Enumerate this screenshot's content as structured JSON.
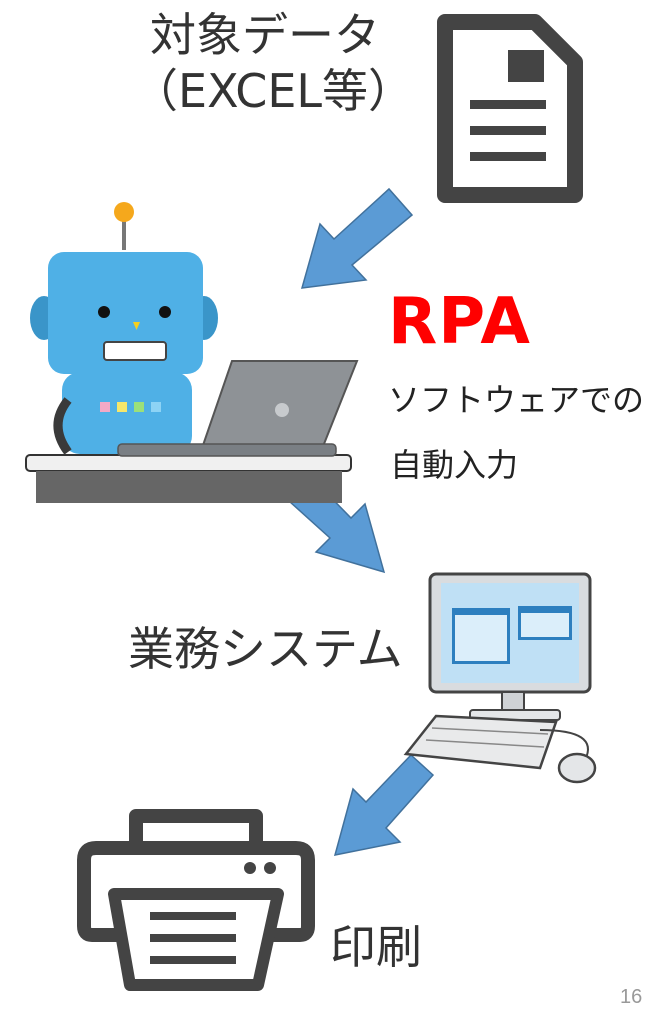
{
  "steps": {
    "source_label_line1": "対象データ",
    "source_label_line2": "（EXCEL等）",
    "rpa_title": "RPA",
    "rpa_desc_line1": "ソフトウェアでの",
    "rpa_desc_line2": "自動入力",
    "system_label": "業務システム",
    "print_label": "印刷"
  },
  "page_number": "16",
  "icons": [
    "document-icon",
    "robot-icon",
    "laptop-icon",
    "computer-icon",
    "keyboard-icon",
    "mouse-icon",
    "printer-icon"
  ],
  "colors": {
    "arrow": "#5b9bd5",
    "arrow_stroke": "#41719c",
    "accent": "#ff0000",
    "robot": "#4fb0e6",
    "icon_dark": "#444444"
  }
}
